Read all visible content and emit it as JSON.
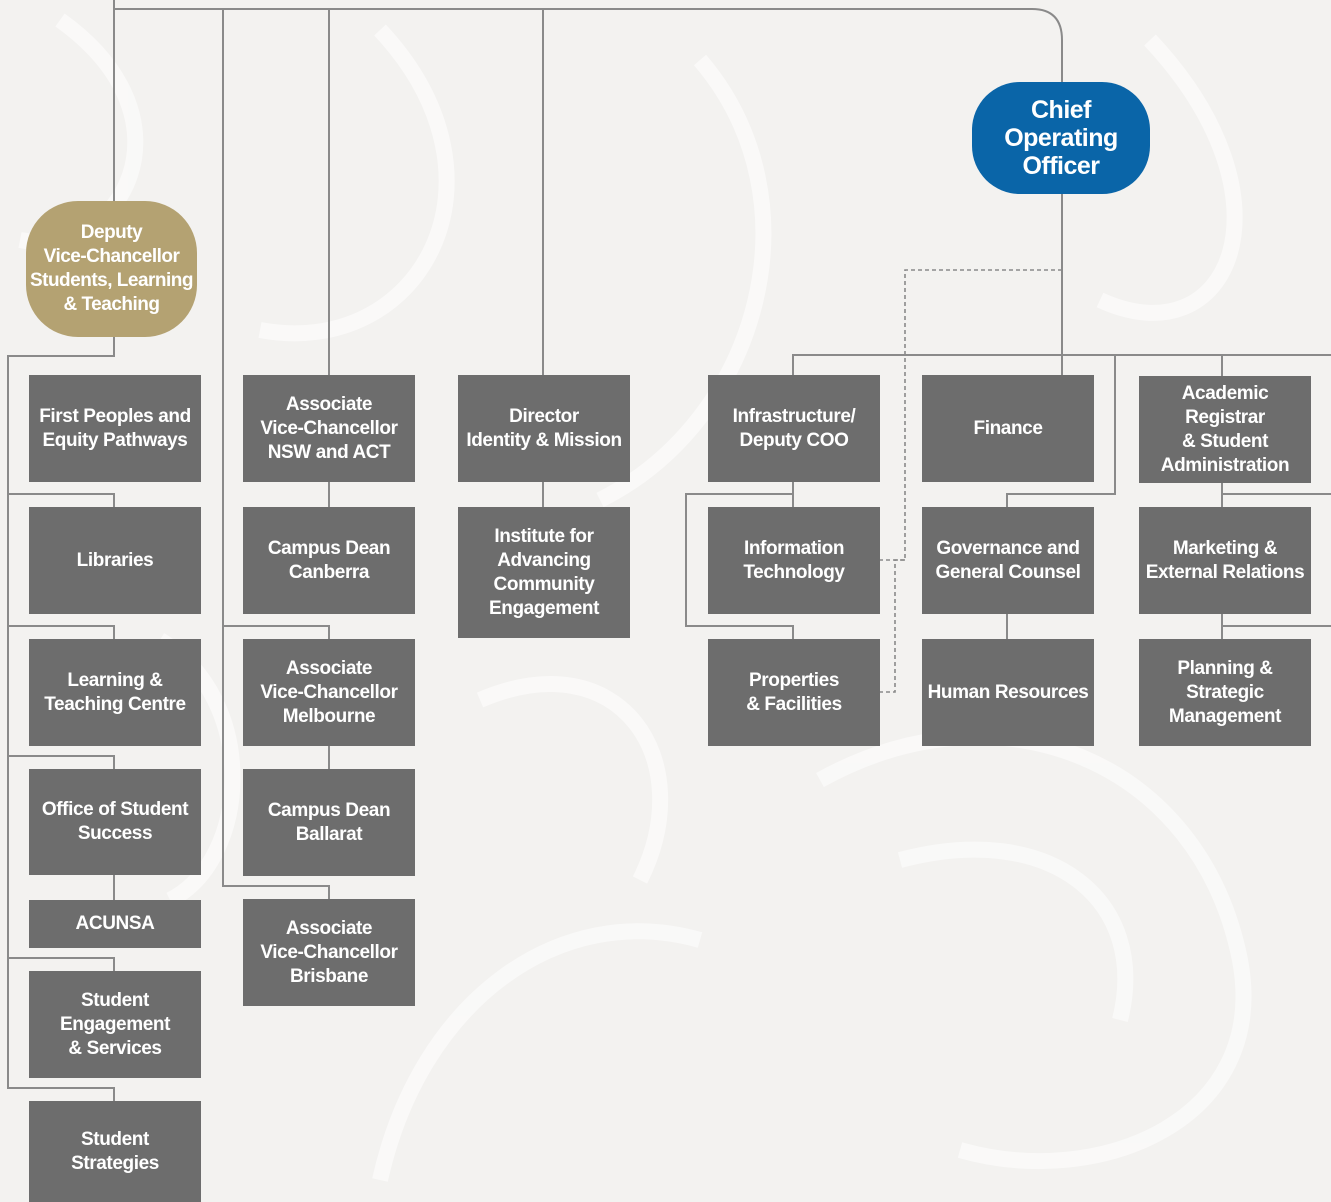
{
  "colors": {
    "background": "#f3f2f0",
    "unit_box": "#6d6d6d",
    "connector": "#8a8a8a",
    "deputy_vc": "#b4a272",
    "chief_operating_officer": "#0a65a8"
  },
  "leaders": {
    "deputy_vc": "Deputy\nVice-Chancellor\nStudents, Learning\n& Teaching",
    "coo": "Chief Operating\nOfficer"
  },
  "units": {
    "first_peoples": "First Peoples and\nEquity Pathways",
    "libraries": "Libraries",
    "ltc": "Learning &\nTeaching Centre",
    "oss": "Office of Student\nSuccess",
    "acunsa": "ACUNSA",
    "ses": "Student\nEngagement\n& Services",
    "strategies": "Student\nStrategies",
    "avc_nsw": "Associate\nVice-Chancellor\nNSW and ACT",
    "cd_canberra": "Campus Dean\nCanberra",
    "avc_melb": "Associate\nVice-Chancellor\nMelbourne",
    "cd_ballarat": "Campus Dean\nBallarat",
    "avc_bris": "Associate\nVice-Chancellor\nBrisbane",
    "director_im": "Director\nIdentity & Mission",
    "iace": "Institute for\nAdvancing\nCommunity\nEngagement",
    "infra": "Infrastructure/\nDeputy COO",
    "it": "Information\nTechnology",
    "pf": "Properties\n& Facilities",
    "finance": "Finance",
    "ggc": "Governance and\nGeneral Counsel",
    "hr": "Human Resources",
    "registrar": "Academic Registrar\n& Student\nAdministration",
    "mer": "Marketing &\nExternal Relations",
    "psm": "Planning &\nStrategic\nManagement"
  }
}
